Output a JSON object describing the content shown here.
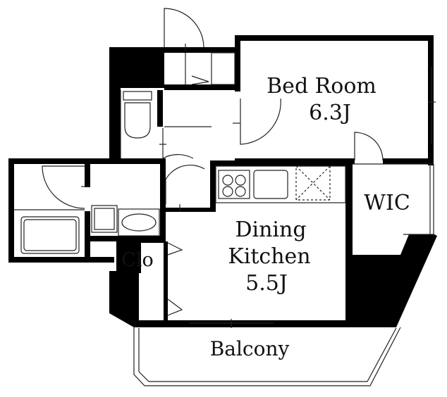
{
  "rooms": {
    "bedroom": {
      "name": "Bed Room",
      "size": "6.3J"
    },
    "dining": {
      "line1": "Dining",
      "line2": "Kitchen",
      "size": "5.5J"
    },
    "wic": {
      "name": "WIC"
    },
    "closet": {
      "name": "Clo"
    },
    "balcony": {
      "name": "Balcony"
    }
  },
  "colors": {
    "wall": "#000000",
    "line": "#222222",
    "background": "#ffffff"
  }
}
